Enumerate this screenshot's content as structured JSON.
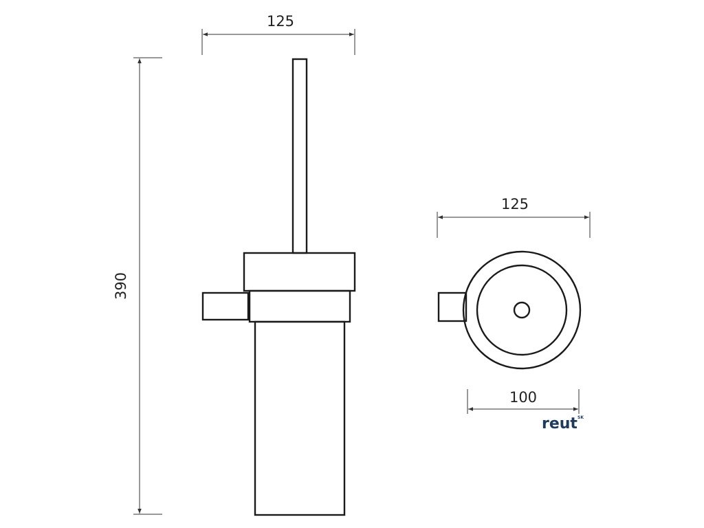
{
  "dimensions": {
    "front_width": "125",
    "overall_height": "390",
    "top_width": "125",
    "inner_diameter": "100"
  },
  "logo": {
    "name": "reut",
    "suffix": "SK"
  },
  "colors": {
    "outline": "#1a1a1a",
    "dimension_line": "#333333",
    "logo": "#1f3b5c"
  }
}
